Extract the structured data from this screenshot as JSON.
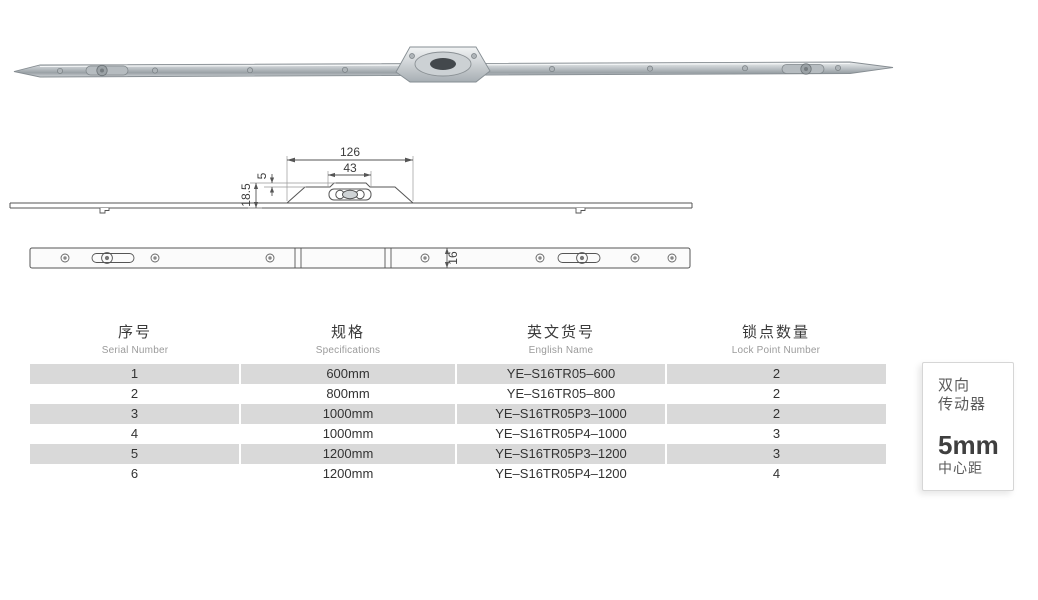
{
  "callout": {
    "name_line1": "双向",
    "name_line2": "传动器",
    "spec_value": "5mm",
    "spec_label": "中心距"
  },
  "dims": {
    "d126": "126",
    "d43": "43",
    "d5": "5",
    "d18_5": "18.5",
    "d16": "16"
  },
  "table": {
    "headers": [
      {
        "zh": "序号",
        "en": "Serial Number"
      },
      {
        "zh": "规格",
        "en": "Specifications"
      },
      {
        "zh": "英文货号",
        "en": "English Name"
      },
      {
        "zh": "锁点数量",
        "en": "Lock Point Number"
      }
    ],
    "rows": [
      [
        "1",
        "600mm",
        "YE–S16TR05–600",
        "2"
      ],
      [
        "2",
        "800mm",
        "YE–S16TR05–800",
        "2"
      ],
      [
        "3",
        "1000mm",
        "YE–S16TR05P3–1000",
        "2"
      ],
      [
        "4",
        "1000mm",
        "YE–S16TR05P4–1000",
        "3"
      ],
      [
        "5",
        "1200mm",
        "YE–S16TR05P3–1200",
        "3"
      ],
      [
        "6",
        "1200mm",
        "YE–S16TR05P4–1200",
        "4"
      ]
    ]
  },
  "colors": {
    "row_alt": "#d9d9d9",
    "text": "#333333",
    "subtext": "#9b9b9b",
    "metal_mid": "#9aa1a6"
  }
}
